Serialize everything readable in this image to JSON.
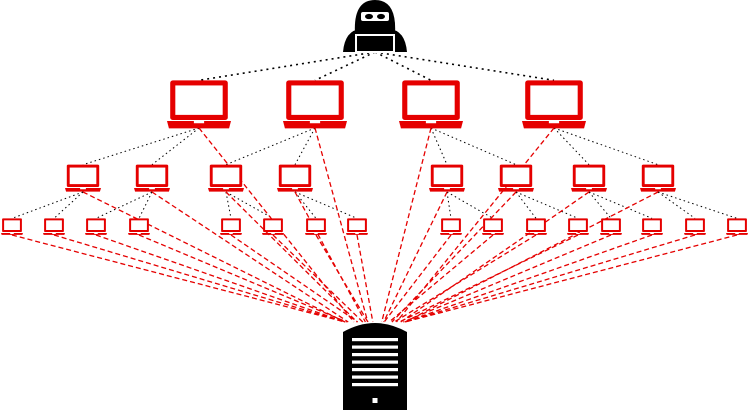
{
  "diagram": {
    "title": "",
    "kind": "botnet-ddos",
    "colors": {
      "attacker": "#000000",
      "bot": "#e50000",
      "server": "#000000",
      "command_link": "#000000",
      "attack_link": "#e50000",
      "background": "#ffffff"
    },
    "nodes": {
      "attacker": {
        "icon": "hacker-icon"
      },
      "tier1_bots": {
        "count": 4,
        "icon": "laptop-icon"
      },
      "tier2_bots": {
        "count": 8,
        "icon": "laptop-icon"
      },
      "tier3_bots": {
        "count": 16,
        "icon": "laptop-icon"
      },
      "target": {
        "icon": "server-icon"
      }
    },
    "edges": {
      "command_style": "dotted",
      "attack_style": "dashed"
    }
  }
}
